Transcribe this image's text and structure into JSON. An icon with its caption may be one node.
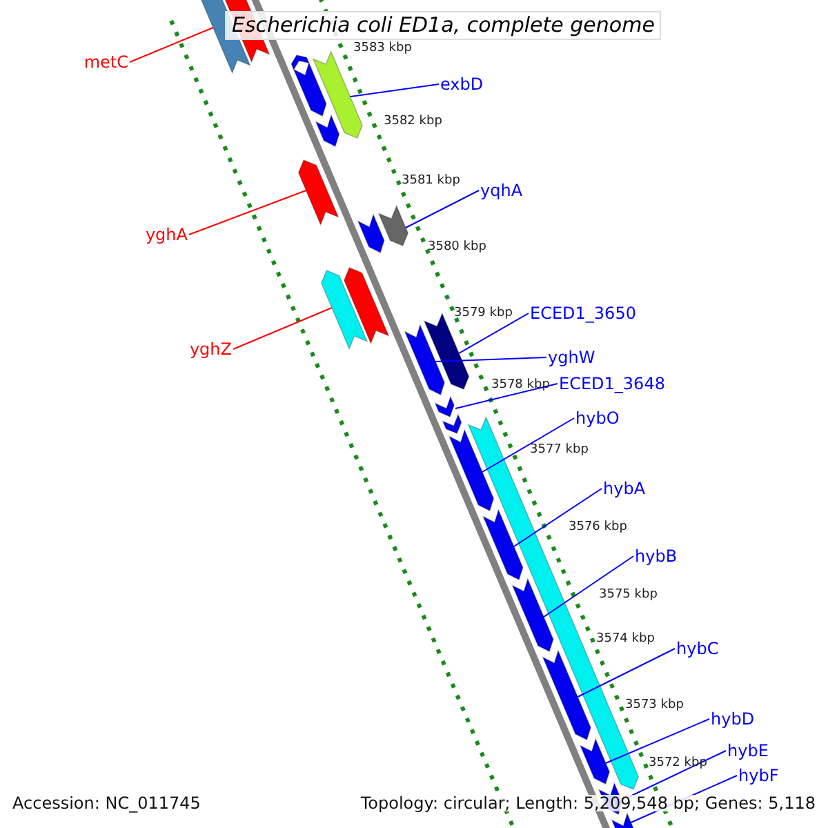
{
  "diagram": {
    "title": "Escherichia coli ED1a, complete genome",
    "nodes": [
      {
        "text": [
          "metC"
        ]
      },
      {
        "text": [
          "exbD"
        ]
      },
      {
        "text": [
          "yqhA"
        ]
      },
      {
        "text": [
          "yghA"
        ]
      },
      {
        "text": [
          "ECED1_3650"
        ]
      },
      {
        "text": [
          "yghW"
        ]
      },
      {
        "text": [
          "yghZ"
        ]
      },
      {
        "text": [
          "ECED1_3648"
        ]
      },
      {
        "text": [
          "hybO"
        ]
      },
      {
        "text": [
          "hybA"
        ]
      },
      {
        "text": [
          "hybB"
        ]
      },
      {
        "text": [
          "hybC"
        ]
      },
      {
        "text": [
          "hybD"
        ]
      },
      {
        "text": [
          "hybE"
        ]
      },
      {
        "text": [
          "hybF"
        ]
      },
      {
        "text": [],
        "shape": "bar"
      },
      {
        "text": [],
        "shape": "bar"
      },
      {
        "text": [],
        "shape": "bar"
      },
      {
        "text": [],
        "shape": "bar"
      },
      {
        "text": [],
        "shape": "bar"
      },
      {
        "text": [],
        "shape": "bar"
      },
      {
        "text": [],
        "shape": "bar"
      },
      {
        "text": [],
        "shape": "bar"
      },
      {
        "text": [],
        "shape": "bar"
      },
      {
        "text": [],
        "shape": "bar"
      },
      {
        "text": [],
        "shape": "bar"
      },
      {
        "text": [],
        "shape": "bar"
      },
      {
        "text": [],
        "shape": "bar"
      },
      {
        "text": [],
        "shape": "bar"
      },
      {
        "text": [],
        "shape": "bar"
      },
      {
        "text": [],
        "shape": "bar"
      },
      {
        "text": [],
        "shape": "bar"
      },
      {
        "text": [],
        "shape": "bar"
      },
      {
        "text": [],
        "shape": "bar"
      },
      {
        "text": [],
        "shape": "bar"
      },
      {
        "text": [],
        "shape": "bar"
      },
      {
        "text": [],
        "shape": "bar"
      },
      {
        "text": [],
        "shape": "bar"
      }
    ],
    "edges": [
      {
        "from": 0,
        "to": 15,
        "arrow": "none",
        "color": "#ff0000"
      },
      {
        "from": 1,
        "to": 18,
        "arrow": "none"
      },
      {
        "from": 2,
        "to": 22,
        "arrow": "none"
      },
      {
        "from": 3,
        "to": 21,
        "arrow": "none",
        "color": "#ff0000"
      },
      {
        "from": 4,
        "to": 26,
        "arrow": "none"
      },
      {
        "from": 5,
        "to": 27,
        "arrow": "none"
      },
      {
        "from": 6,
        "to": 25,
        "arrow": "none",
        "color": "#ff0000"
      },
      {
        "from": 7,
        "to": 28,
        "arrow": "none"
      },
      {
        "from": 8,
        "to": 31,
        "arrow": "none"
      },
      {
        "from": 9,
        "to": 32,
        "arrow": "none"
      },
      {
        "from": 10,
        "to": 33,
        "arrow": "none"
      },
      {
        "from": 11,
        "to": 34,
        "arrow": "none"
      },
      {
        "from": 12,
        "to": 35,
        "arrow": "none"
      },
      {
        "from": 13,
        "to": 36,
        "arrow": "none"
      },
      {
        "from": 14,
        "to": 37,
        "arrow": "none"
      }
    ],
    "labels": [
      "3583 kbp",
      "3582 kbp",
      "3581 kbp",
      "3580 kbp",
      "3579 kbp",
      "3578 kbp",
      "3577 kbp",
      "3576 kbp",
      "3575 kbp",
      "3574 kbp",
      "3573 kbp",
      "3572 kbp",
      "Accession: NC_011745",
      "Topology: circular; Length: 5,209,548 bp; Genes: 5,118"
    ]
  }
}
